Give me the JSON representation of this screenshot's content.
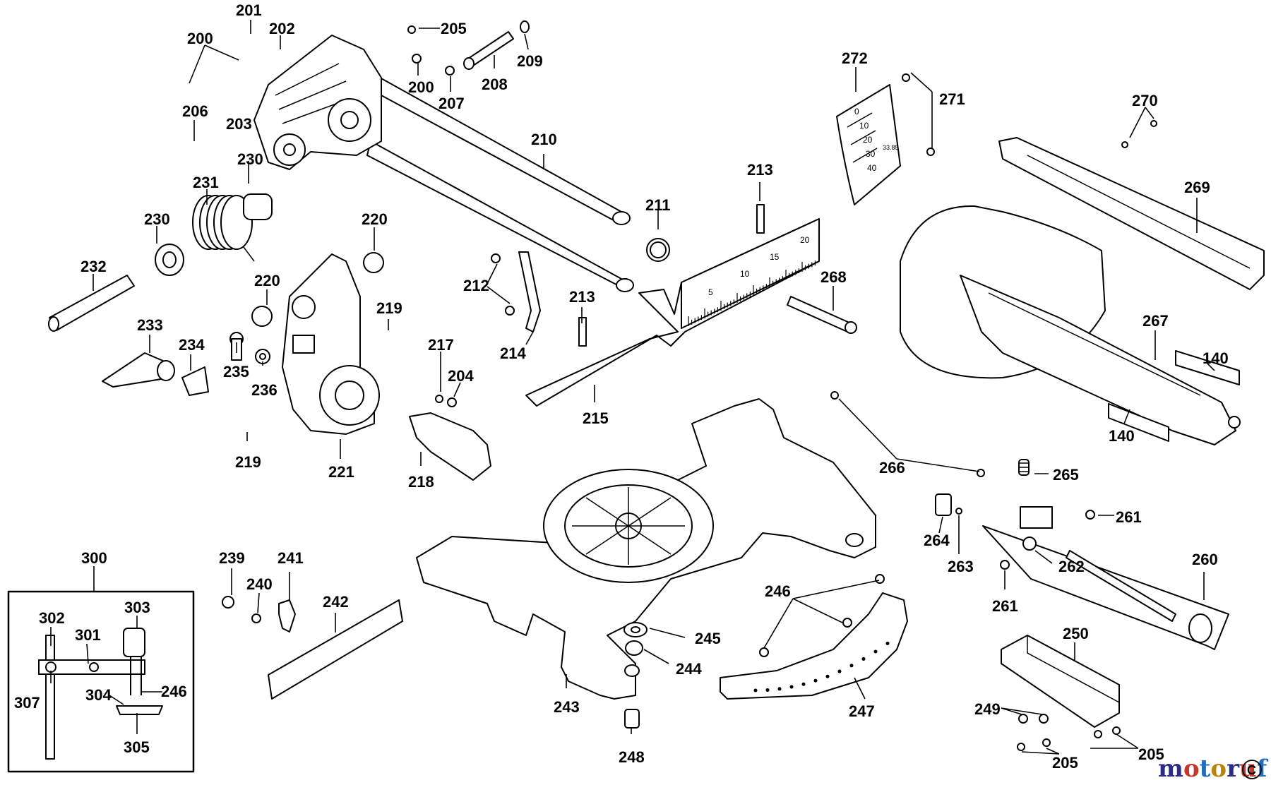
{
  "part_labels": [
    "201",
    "200",
    "202",
    "206",
    "203",
    "230",
    "231",
    "230",
    "232",
    "233",
    "234",
    "235",
    "236",
    "219",
    "220",
    "220",
    "219",
    "221",
    "205",
    "200",
    "207",
    "208",
    "209",
    "210",
    "211",
    "212",
    "214",
    "213",
    "213",
    "215",
    "217",
    "204",
    "218",
    "272",
    "271",
    "270",
    "269",
    "268",
    "267",
    "140",
    "140",
    "266",
    "265",
    "264",
    "263",
    "261",
    "262",
    "261",
    "260",
    "250",
    "249",
    "205",
    "205",
    "246",
    "247",
    "245",
    "244",
    "243",
    "248",
    "239",
    "240",
    "241",
    "242",
    "300",
    "302",
    "301",
    "303",
    "307",
    "304",
    "246",
    "305"
  ],
  "rip_scale_ticks": [
    "5",
    "10",
    "15",
    "20"
  ],
  "bevel_scale_ticks": [
    "0",
    "10",
    "20",
    "30",
    "40",
    "33.85"
  ],
  "watermark": {
    "text": "motoruf",
    "suffix": "C",
    "colors": [
      "#2b2b8a",
      "#c0392b",
      "#1e6fbf",
      "#b8860b"
    ]
  }
}
